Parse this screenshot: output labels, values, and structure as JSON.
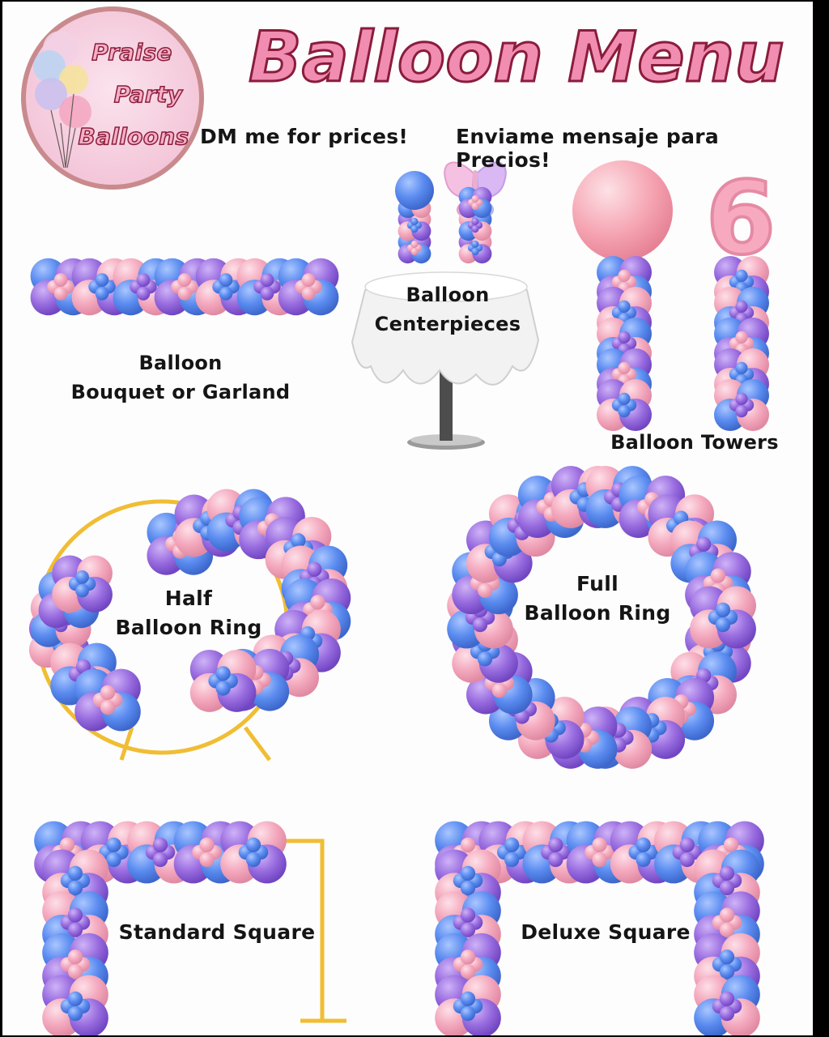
{
  "header": {
    "title": "Balloon Menu",
    "subtitle_en": "DM me for prices!",
    "subtitle_es": "Enviame mensaje para Precios!"
  },
  "logo": {
    "lines": [
      "Praise",
      "Party",
      "Balloons"
    ],
    "colors": {
      "ring": "#c98a8e",
      "fill": "#f6cfe0",
      "text": "#f5a9c0"
    }
  },
  "colors": {
    "blue": "#5b8cf0",
    "purple": "#9a6ee0",
    "pink": "#f4a9be",
    "frame": "#f0bd34",
    "title_fill": "#f08db0",
    "title_outline": "#8a1c3c"
  },
  "items": {
    "garland": {
      "line1": "Balloon",
      "line2": "Bouquet or Garland"
    },
    "centerpieces": {
      "line1": "Balloon",
      "line2": "Centerpieces"
    },
    "towers": {
      "label": "Balloon Towers",
      "number": "6"
    },
    "half_ring": {
      "line1": "Half",
      "line2": "Balloon Ring"
    },
    "full_ring": {
      "line1": "Full",
      "line2": "Balloon Ring"
    },
    "standard_square": {
      "label": "Standard Square"
    },
    "deluxe_square": {
      "label": "Deluxe Square"
    }
  }
}
